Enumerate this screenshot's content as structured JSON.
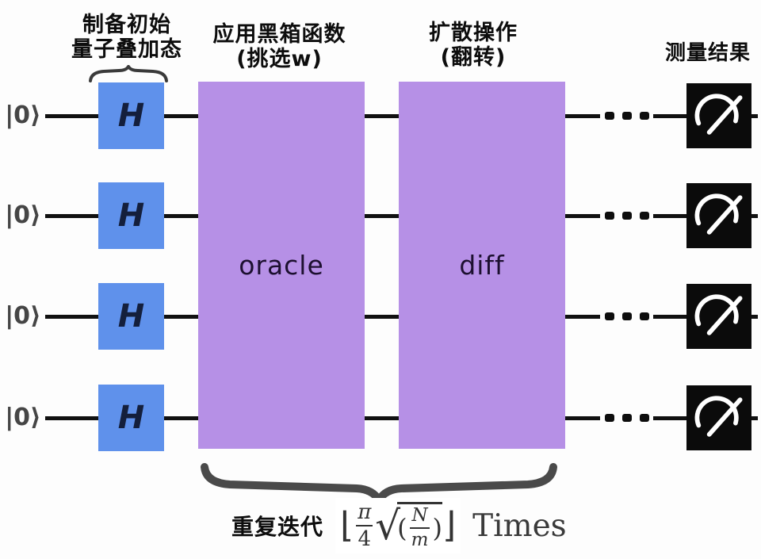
{
  "annotations": {
    "prepare": {
      "line1": "制备初始",
      "line2": "量子叠加态"
    },
    "apply_oracle": {
      "line1": "应用黑箱函数",
      "line2": "(挑选w)"
    },
    "diffusion": {
      "line1": "扩散操作",
      "line2": "(翻转)"
    },
    "measurement": {
      "label": "测量结果"
    },
    "repeat": {
      "label": "重复迭代"
    }
  },
  "circuit": {
    "ket_label": "|0⟩",
    "h_gate_label": "H",
    "oracle_label": "oracle",
    "diffusion_label": "diff",
    "num_qubits": 4
  },
  "formula": {
    "floor_left": "⌊",
    "frac1_num": "π",
    "frac1_den": "4",
    "radical": "√",
    "paren_open": "(",
    "frac2_num": "N",
    "frac2_den": "m",
    "paren_close": ")",
    "floor_right": "⌋",
    "suffix": "Times"
  },
  "icons": {
    "measurement": "gauge-meter-icon",
    "wire_break": "ellipsis-dots-icon",
    "group_small": "overbrace-icon",
    "group_big": "underbrace-icon"
  },
  "colors": {
    "h_gate_blue": "#5f91eb",
    "operator_purple": "#b690e6",
    "measure_black": "#0b0b0b",
    "wire_black": "#111111",
    "brace_gray": "#4a4a4a"
  }
}
